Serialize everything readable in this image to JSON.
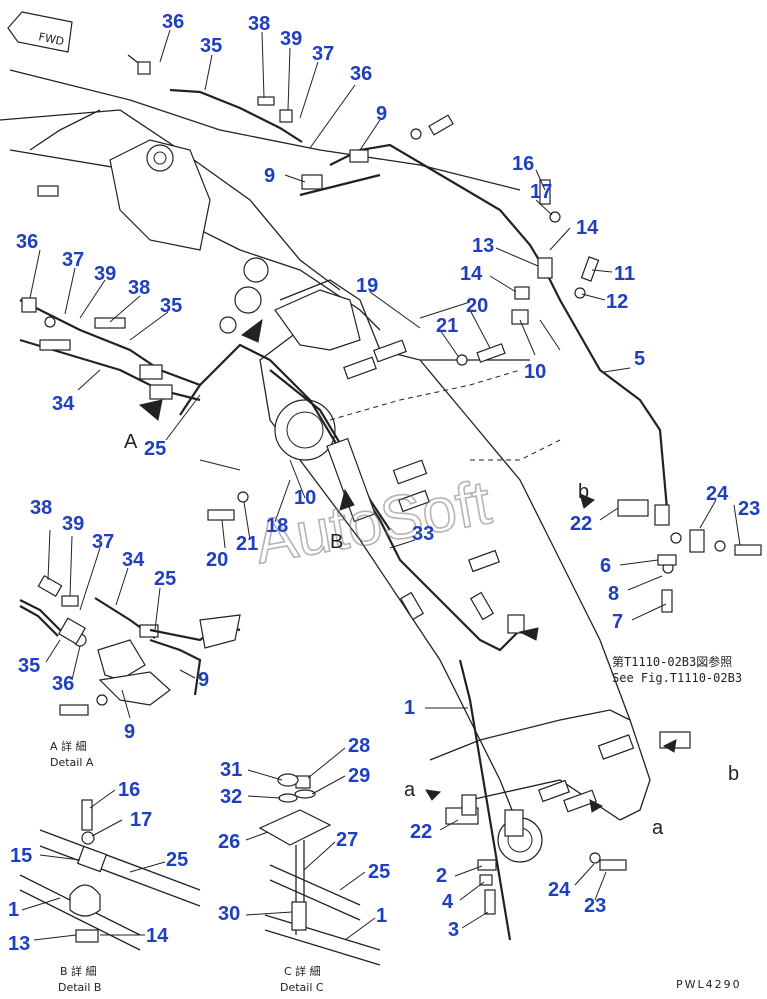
{
  "fwd_label": "FWD",
  "watermark": "AutoSoft",
  "drawing_code": "PWL4290",
  "reference": {
    "jp": "第T1110-02B3図参照",
    "en": "See Fig.T1110-02B3"
  },
  "view_letters": {
    "A": "A",
    "B": "B",
    "a1": "a",
    "a2": "a",
    "b1": "b",
    "b2": "b"
  },
  "detail_labels": {
    "A": {
      "jp": "A 詳 細",
      "en": "Detail A"
    },
    "B": {
      "jp": "B 詳 細",
      "en": "Detail B"
    },
    "C": {
      "jp": "C 詳 細",
      "en": "Detail C"
    }
  },
  "callouts": {
    "c36a": "36",
    "c38a": "38",
    "c39a": "39",
    "c35a": "35",
    "c37a": "37",
    "c36b": "36",
    "c9a": "9",
    "c9b": "9",
    "c16a": "16",
    "c17a": "17",
    "c14a": "14",
    "c13a": "13",
    "c11": "11",
    "c14b": "14",
    "c12": "12",
    "c19": "19",
    "c20a": "20",
    "c21a": "21",
    "c10a": "10",
    "c5": "5",
    "c36c": "36",
    "c37b": "37",
    "c39b": "39",
    "c38b": "38",
    "c35b": "35",
    "c34a": "34",
    "c25a": "25",
    "c10b": "10",
    "c18": "18",
    "c20b": "20",
    "c21b": "21",
    "c33": "33",
    "c22a": "22",
    "c24a": "24",
    "c23a": "23",
    "c6": "6",
    "c8": "8",
    "c7": "7",
    "c38c": "38",
    "c39c": "39",
    "c37c": "37",
    "c34b": "34",
    "c25b": "25",
    "c35c": "35",
    "c36d": "36",
    "c9c": "9",
    "c9d": "9",
    "c1a": "1",
    "c22b": "22",
    "c2": "2",
    "c4": "4",
    "c3": "3",
    "c24b": "24",
    "c23b": "23",
    "c16b": "16",
    "c17b": "17",
    "c15": "15",
    "c25c": "25",
    "c1b": "1",
    "c13b": "13",
    "c14c": "14",
    "c28": "28",
    "c31": "31",
    "c29": "29",
    "c32": "32",
    "c26": "26",
    "c27": "27",
    "c25d": "25",
    "c30": "30",
    "c1c": "1"
  }
}
